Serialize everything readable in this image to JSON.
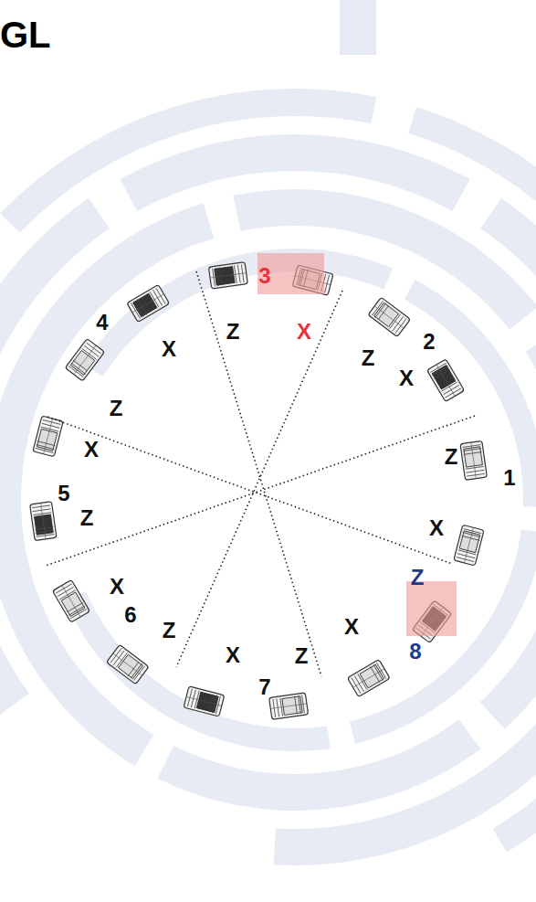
{
  "diagram": {
    "title": "GL",
    "labels": [
      "3",
      "4",
      "Z",
      "X",
      "X",
      "Z",
      "2",
      "X",
      "Z",
      "Z",
      "X",
      "5",
      "1",
      "X",
      "Z",
      "Z",
      "X",
      "6",
      "X",
      "8",
      "Z",
      "X",
      "Z",
      "7"
    ]
  }
}
